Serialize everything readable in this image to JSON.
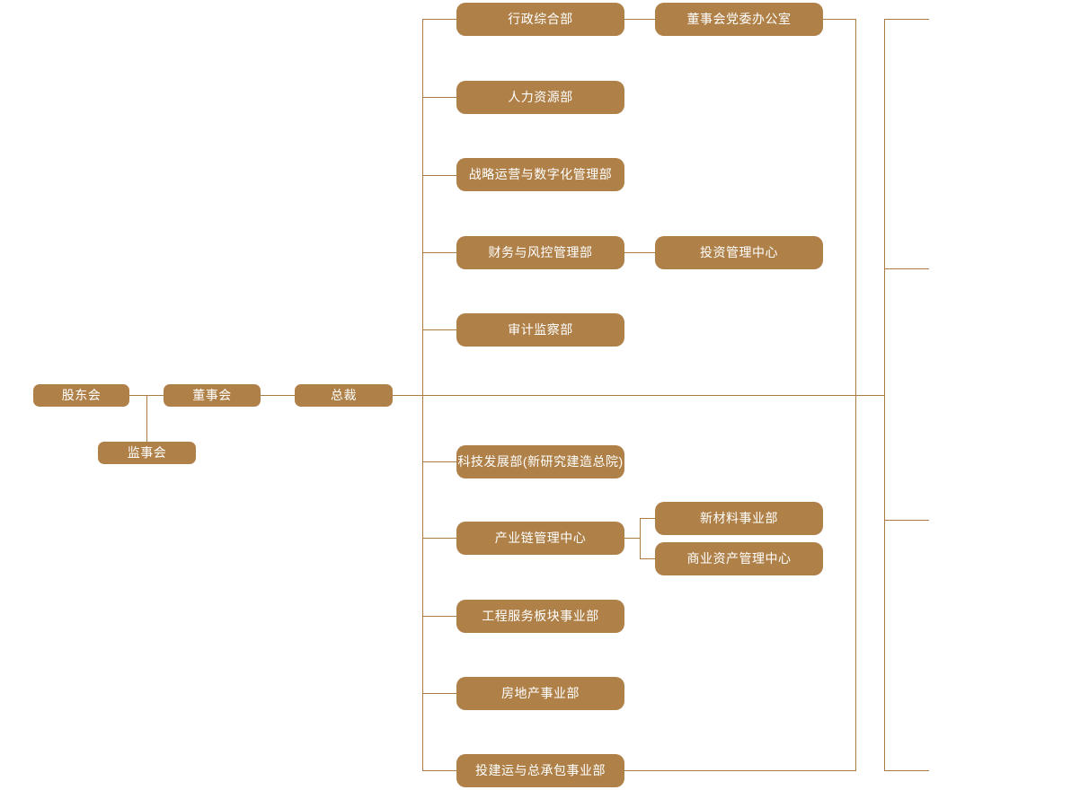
{
  "palette": {
    "box_fill": "#af8048",
    "line": "#aa7b42",
    "text": "#ffffff",
    "background": "#ffffff"
  },
  "nodes": {
    "shareholders": {
      "label": "股东会"
    },
    "supervisory_board": {
      "label": "监事会"
    },
    "board_of_directors": {
      "label": "董事会"
    },
    "president": {
      "label": "总裁"
    },
    "admin_general": {
      "label": "行政综合部"
    },
    "hr": {
      "label": "人力资源部"
    },
    "strategy_digital": {
      "label": "战略运营与数字化管理部"
    },
    "finance_risk": {
      "label": "财务与风控管理部"
    },
    "audit_supervision": {
      "label": "审计监察部"
    },
    "tech_development": {
      "label": "科技发展部(新研究建造总院)"
    },
    "industry_chain": {
      "label": "产业链管理中心"
    },
    "engineering_services": {
      "label": "工程服务板块事业部"
    },
    "real_estate": {
      "label": "房地产事业部"
    },
    "invest_build_epc": {
      "label": "投建运与总承包事业部"
    },
    "board_party_office": {
      "label": "董事会党委办公室"
    },
    "investment_center": {
      "label": "投资管理中心"
    },
    "new_materials": {
      "label": "新材料事业部"
    },
    "commercial_assets": {
      "label": "商业资产管理中心"
    }
  }
}
